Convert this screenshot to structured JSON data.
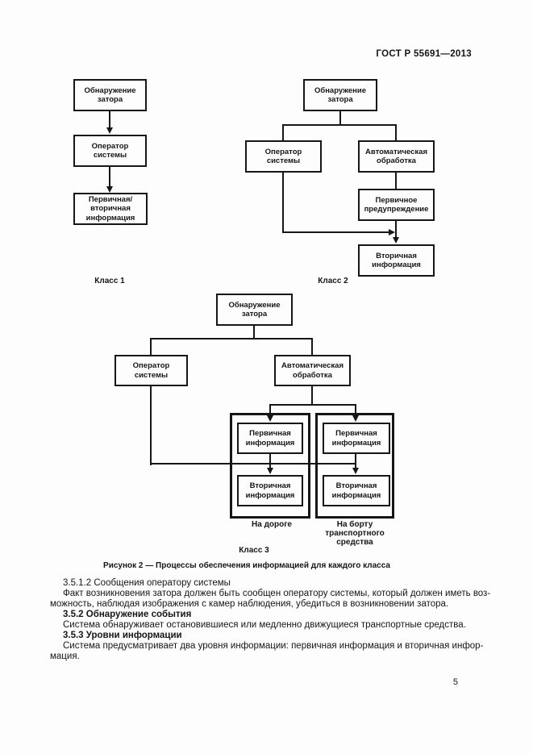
{
  "header": {
    "doc_number": "ГОСТ Р 55691—2013"
  },
  "figure": {
    "caption": "Рисунок 2 — Процессы обеспечения информацией для каждого класса",
    "class1": {
      "label": "Класс 1",
      "detect_box": "Обнаружение\nзатора",
      "operator_box": "Оператор\nсистемы",
      "info_box": "Первичная/\nвторичная\nинформация"
    },
    "class2": {
      "label": "Класс 2",
      "detect_box": "Обнаружение\nзатора",
      "operator_box": "Оператор\nсистемы",
      "auto_box": "Автоматическая\nобработка",
      "primary_warning_box": "Первичное\nпредупреждение",
      "secondary_info_box": "Вторичная\nинформация"
    },
    "class3": {
      "label": "Класс 3",
      "detect_box": "Обнаружение\nзатора",
      "operator_box": "Оператор\nсистемы",
      "auto_box": "Автоматическая\nобработка",
      "road_group": {
        "label": "На дороге",
        "primary_box": "Первичная\nинформация",
        "secondary_box": "Вторичная\nинформация"
      },
      "vehicle_group": {
        "label": "На борту\nтранспортного\nсредства",
        "primary_box": "Первичная\nинформация",
        "secondary_box": "Вторичная\nинформация"
      }
    }
  },
  "body": {
    "lines": [
      {
        "text": "3.5.1.2 Сообщения оператору системы"
      },
      {
        "text": "Факт возникновения затора должен быть сообщен оператору системы, который должен иметь воз-"
      },
      {
        "text": "можность, наблюдая изображения с камер наблюдения, убедиться в возникновении затора."
      },
      {
        "text": "3.5.2 Обнаружение события"
      },
      {
        "text": "Система обнаруживает остановившиеся или медленно движущиеся транспортные средства."
      },
      {
        "text": "3.5.3 Уровни информации"
      },
      {
        "text": "Система предусматривает два уровня информации: первичная информация и вторичная инфор-"
      },
      {
        "text": "мация."
      }
    ]
  },
  "page_number": "5"
}
